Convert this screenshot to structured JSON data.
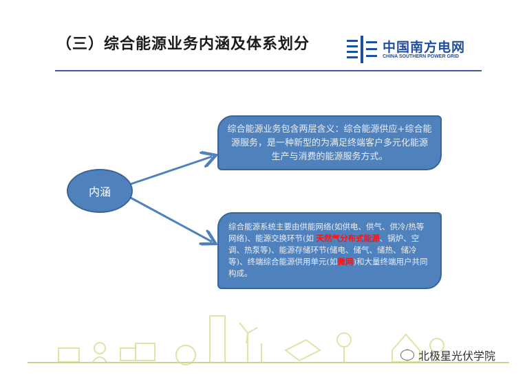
{
  "title": "（三）综合能源业务内涵及体系划分",
  "logo": {
    "cn": "中国南方电网",
    "en": "CHINA SOUTHERN POWER GRID"
  },
  "center_node": "内涵",
  "box1": {
    "text": "综合能源业务包含两层含义：综合能源供应+综合能源服务，是一种新型的为满足终端客户多元化能源生产与消费的能源服务方式。"
  },
  "box2": {
    "part1": "综合能源系统主要由供能网络(如供电、供气、供冷/热等网络)、能源交换环节(如 ",
    "highlight1": "天然气分布式能源",
    "part2": "、锅炉、空调、热泵等)、能源存储环节(储电、储气、储热、储冷等)、终端综合能源供用单元(如",
    "highlight2": "微网",
    "part3": ")和大量终端用户共同构成。"
  },
  "watermark": "北极星光伏学院",
  "colors": {
    "box": "#4f81bd",
    "border": "#3a6494",
    "highlight": "#ff1010",
    "logo": "#1f4e9c"
  }
}
